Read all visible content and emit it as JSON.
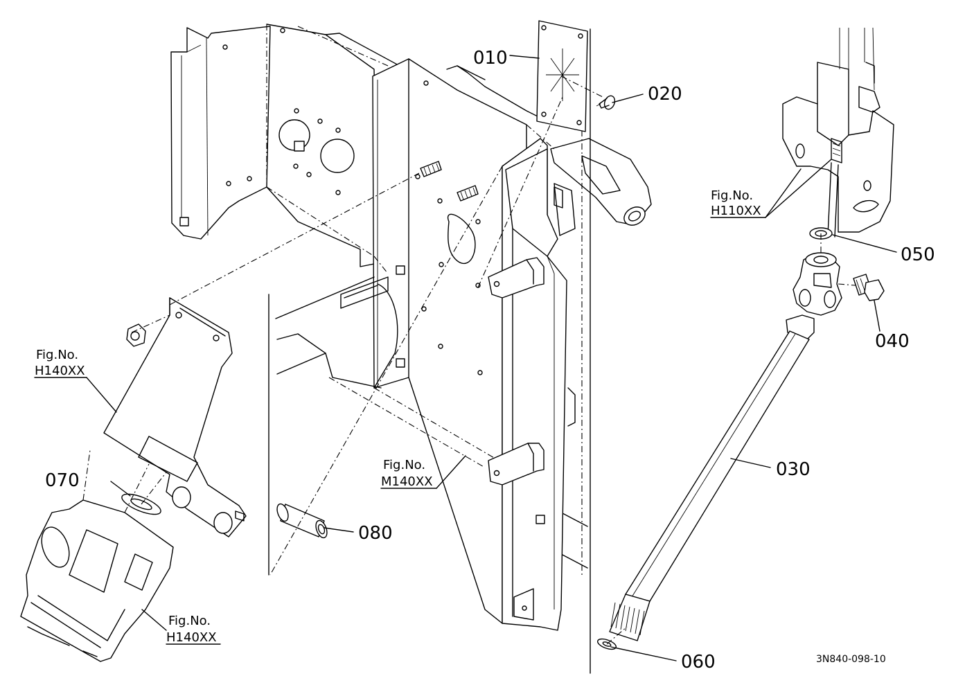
{
  "diagram": {
    "part_labels": [
      {
        "id": "p010",
        "text": "010"
      },
      {
        "id": "p020",
        "text": "020"
      },
      {
        "id": "p030",
        "text": "030"
      },
      {
        "id": "p040",
        "text": "040"
      },
      {
        "id": "p050",
        "text": "050"
      },
      {
        "id": "p060",
        "text": "060"
      },
      {
        "id": "p070",
        "text": "070"
      },
      {
        "id": "p080",
        "text": "080"
      }
    ],
    "figure_refs": [
      {
        "caption": "Fig.No.",
        "code": "H110XX"
      },
      {
        "caption": "Fig.No.",
        "code": "H140XX"
      },
      {
        "caption": "Fig.No.",
        "code": "M140XX"
      },
      {
        "caption": "Fig.No.",
        "code": "H140XX"
      }
    ],
    "drawing_code": "3N840-098-10"
  }
}
